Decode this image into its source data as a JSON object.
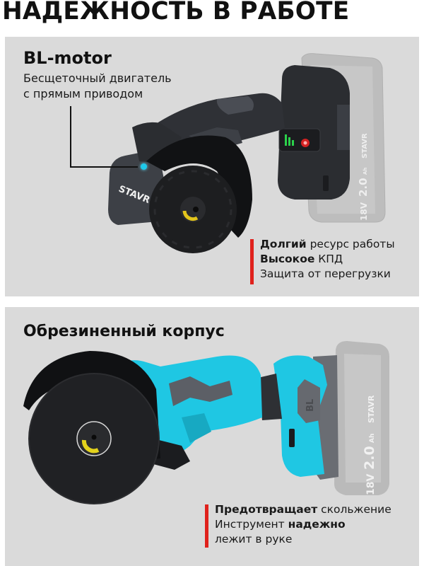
{
  "page": {
    "title": "НАДЕЖНОСТЬ В РАБОТЕ"
  },
  "panel_motor": {
    "heading": "BL-motor",
    "subtitle_lines": [
      "Бесщеточный двигатель",
      "с прямым приводом"
    ],
    "features": [
      {
        "bold": "Долгий",
        "rest": " ресурс работы"
      },
      {
        "bold": "Высокое",
        "rest": " КПД"
      },
      {
        "bold": "",
        "rest": "Защита от перегрузки"
      }
    ],
    "tool": {
      "brand_label": "STAVR",
      "battery_brand": "STAVR",
      "battery_capacity": "2.0",
      "battery_unit": "Ah",
      "battery_voltage": "18V",
      "housing_color": "#2b2d31",
      "indicator_color": "#1ec9ea"
    }
  },
  "panel_body": {
    "heading": "Обрезиненный корпус",
    "features": [
      {
        "bold": "Предотвращает",
        "rest": " скольжение"
      },
      {
        "pre": "Инструмент ",
        "bold": "надежно"
      },
      {
        "rest": "лежит в руке"
      }
    ],
    "tool": {
      "motor_label": "BL",
      "battery_brand": "STAVR",
      "battery_capacity": "2.0",
      "battery_unit": "Ah",
      "battery_voltage": "18V",
      "rubber_color": "#1fc7e3"
    }
  },
  "colors": {
    "panel_bg": "#dadada",
    "accent_red": "#e0211c",
    "text": "#111111"
  }
}
